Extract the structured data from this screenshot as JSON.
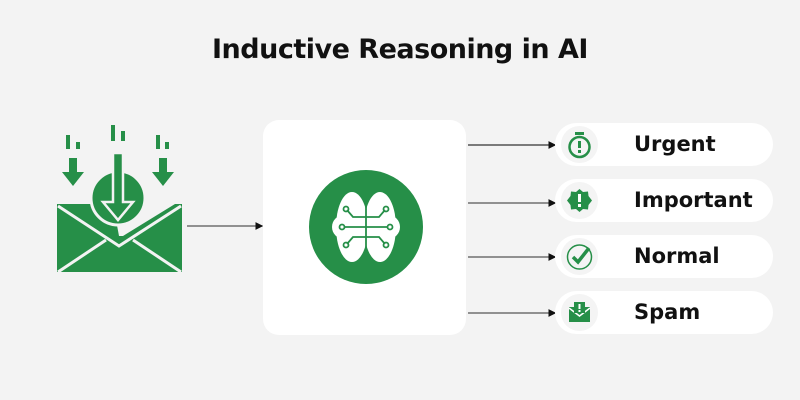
{
  "title": "Inductive Reasoning in AI",
  "colors": {
    "accent": "#268f48",
    "background": "#f3f3f3"
  },
  "input": {
    "icon": "email-download-icon"
  },
  "model": {
    "icon": "ai-brain-circuit-icon"
  },
  "categories": [
    {
      "label": "Urgent",
      "icon": "stopwatch-alert-icon"
    },
    {
      "label": "Important",
      "icon": "badge-alert-icon"
    },
    {
      "label": "Normal",
      "icon": "check-circle-icon"
    },
    {
      "label": "Spam",
      "icon": "mail-alert-icon"
    }
  ]
}
